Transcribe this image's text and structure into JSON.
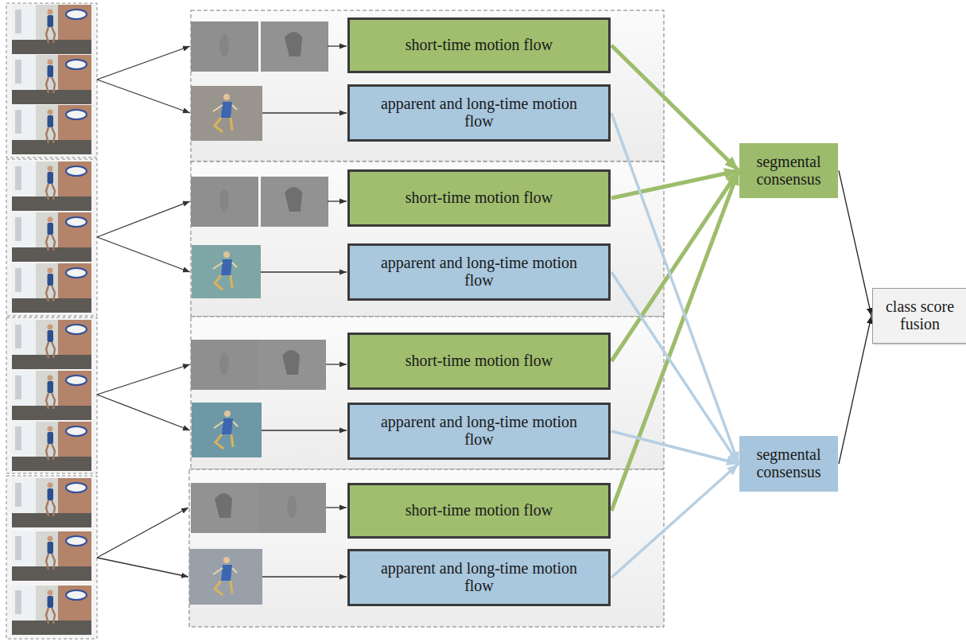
{
  "diagram": {
    "nodes": [
      {
        "text": [
          "short-time motion flow"
        ]
      },
      {
        "text": [
          "apparent and long-time motion flow"
        ]
      },
      {
        "text": [
          "short-time motion flow"
        ]
      },
      {
        "text": [
          "apparent and long-time motion flow"
        ]
      },
      {
        "text": [
          "short-time motion flow"
        ]
      },
      {
        "text": [
          "apparent and long-time motion flow"
        ]
      },
      {
        "text": [
          "short-time motion flow"
        ]
      },
      {
        "text": [
          "apparent and long-time motion flow"
        ]
      },
      {
        "text": [
          "segmental consensus"
        ]
      },
      {
        "text": [
          "segmental consensus"
        ]
      },
      {
        "text": [
          "class score fusion"
        ]
      }
    ],
    "edges": [
      {
        "from": 0,
        "to": 8,
        "arrow": "to"
      },
      {
        "from": 2,
        "to": 8,
        "arrow": "to"
      },
      {
        "from": 4,
        "to": 8,
        "arrow": "to"
      },
      {
        "from": 6,
        "to": 8,
        "arrow": "to"
      },
      {
        "from": 1,
        "to": 9,
        "arrow": "to"
      },
      {
        "from": 3,
        "to": 9,
        "arrow": "to"
      },
      {
        "from": 5,
        "to": 9,
        "arrow": "to"
      },
      {
        "from": 7,
        "to": 9,
        "arrow": "to"
      },
      {
        "from": 8,
        "to": 10,
        "arrow": "to"
      },
      {
        "from": 9,
        "to": 10,
        "arrow": "to"
      }
    ]
  }
}
